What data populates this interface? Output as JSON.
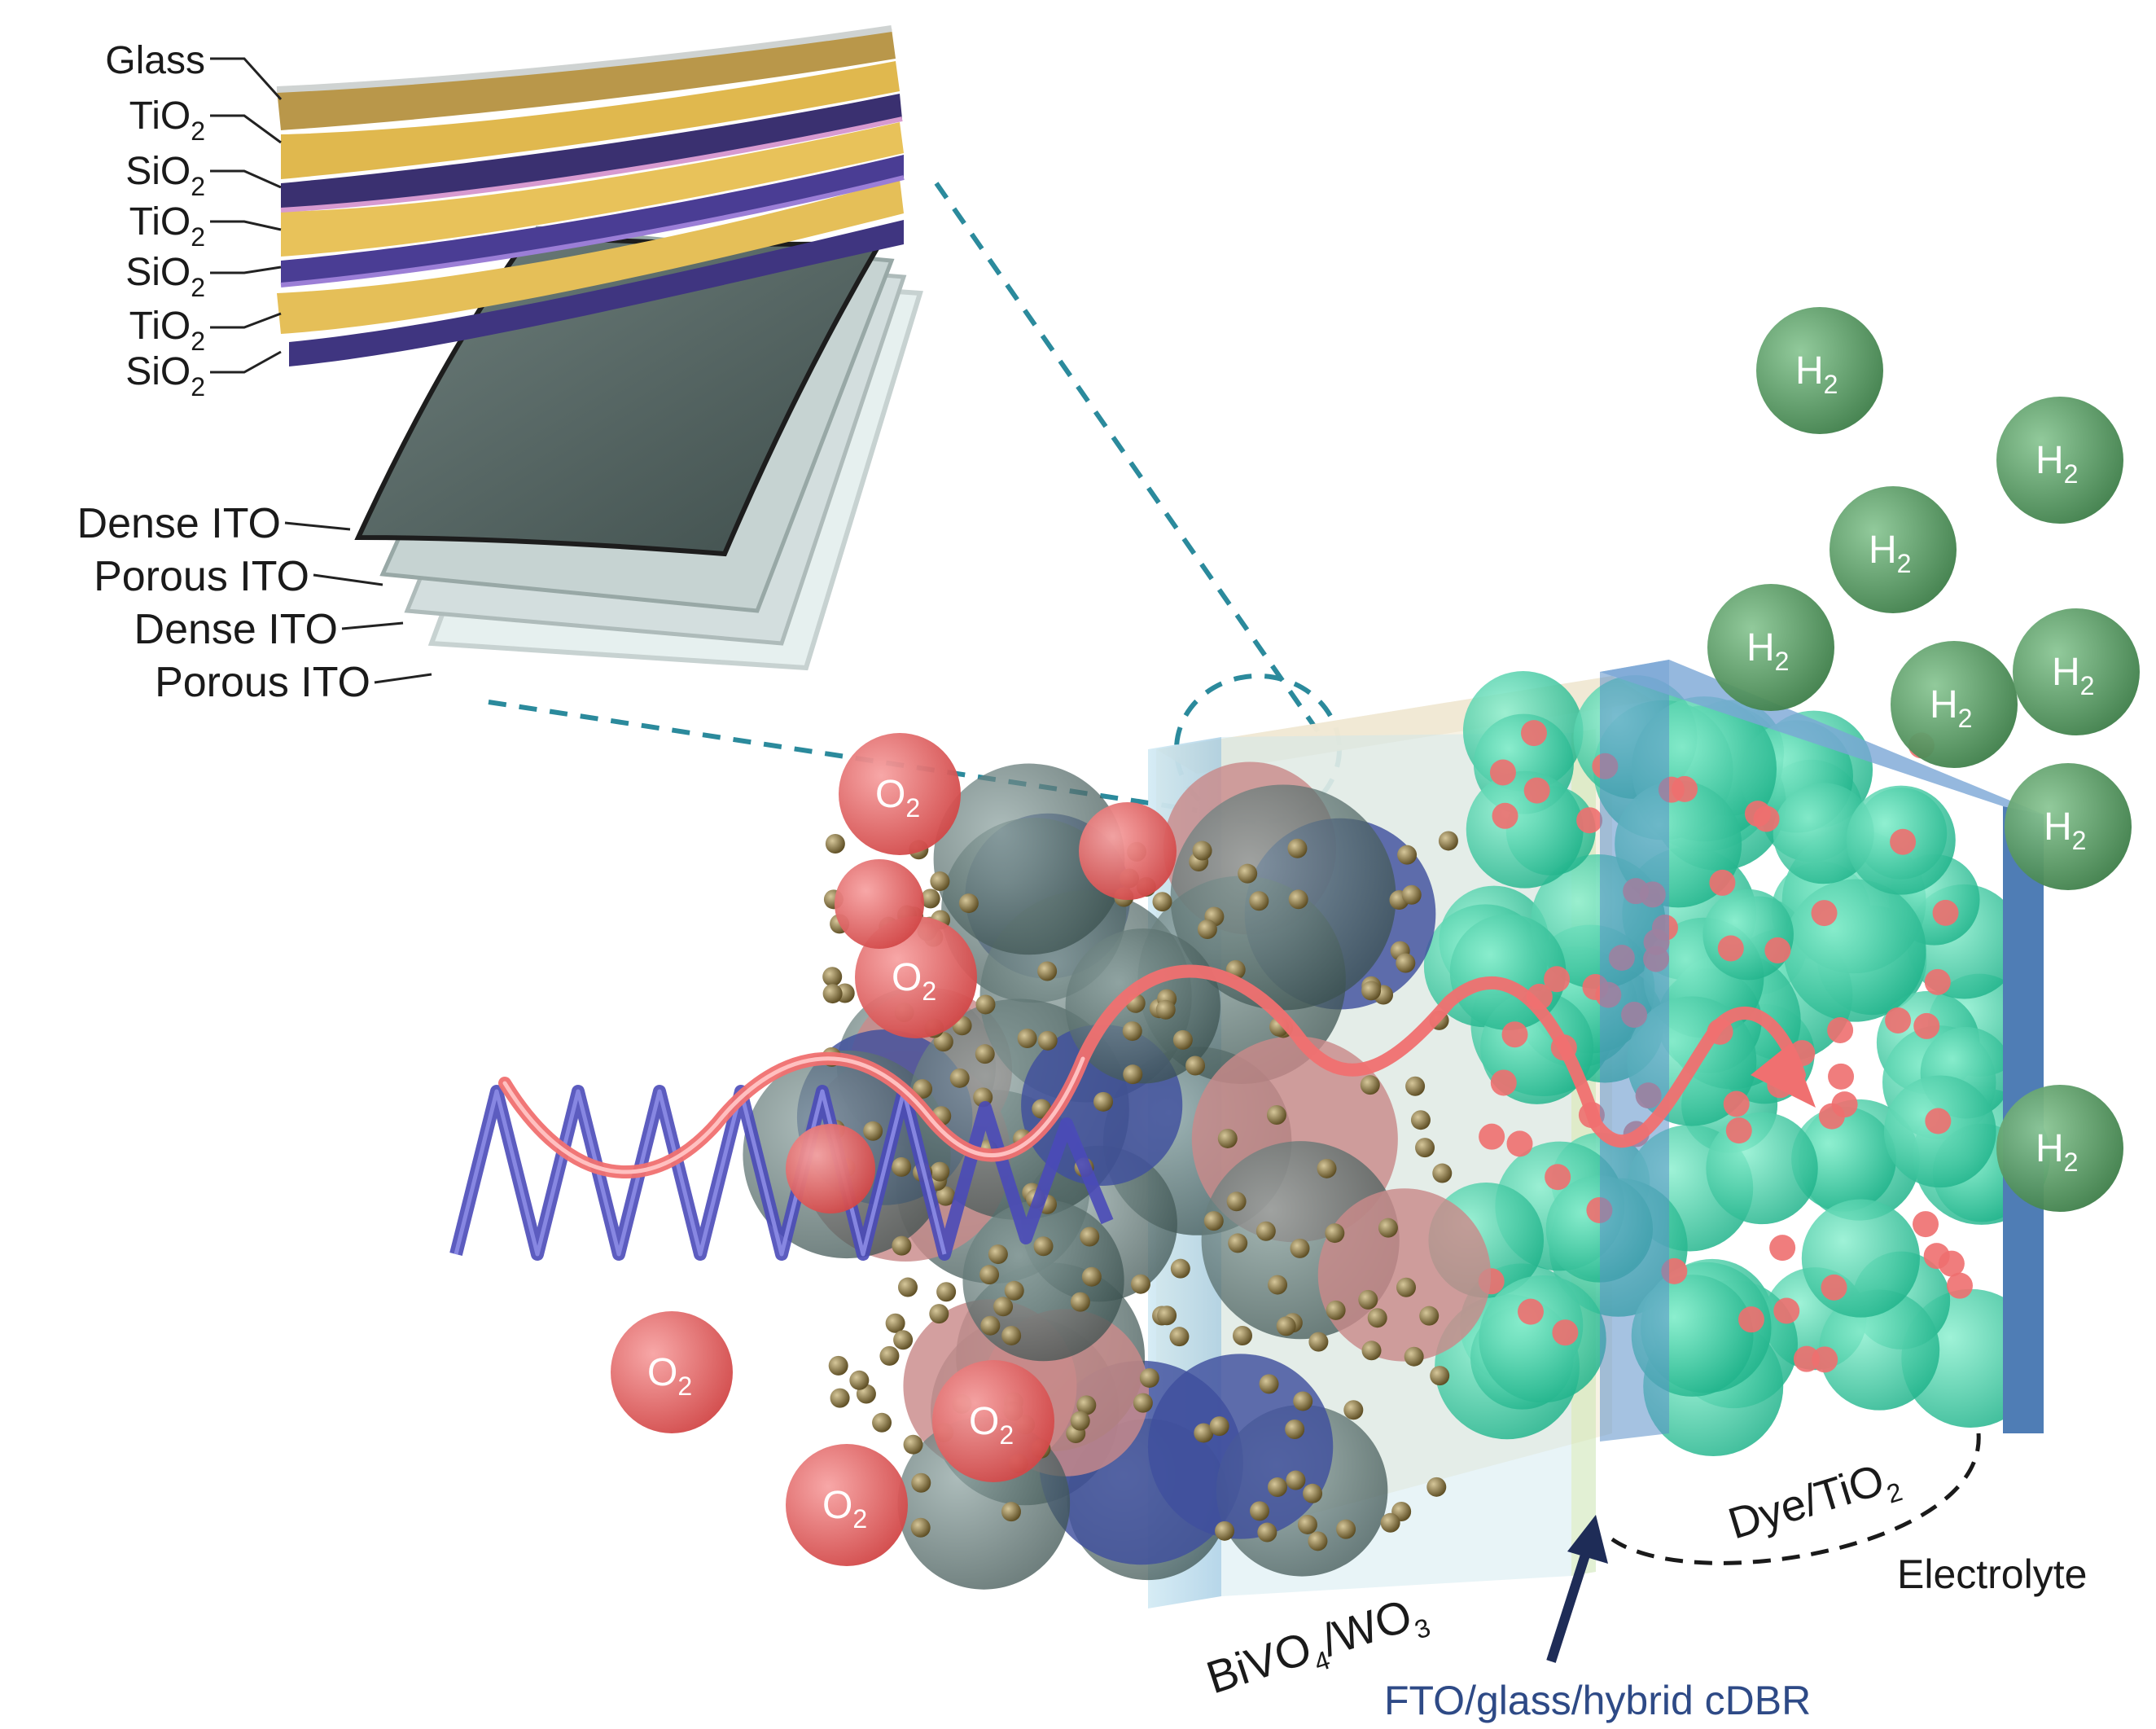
{
  "stack_labels": [
    {
      "base": "Glass",
      "sub": ""
    },
    {
      "base": "TiO",
      "sub": "2"
    },
    {
      "base": "SiO",
      "sub": "2"
    },
    {
      "base": "TiO",
      "sub": "2"
    },
    {
      "base": "SiO",
      "sub": "2"
    },
    {
      "base": "TiO",
      "sub": "2"
    },
    {
      "base": "SiO",
      "sub": "2"
    }
  ],
  "ito_labels": [
    "Dense ITO",
    "Porous ITO",
    "Dense ITO",
    "Porous ITO"
  ],
  "molecules": {
    "h2": {
      "base": "H",
      "sub": "2"
    },
    "o2": {
      "base": "O",
      "sub": "2"
    }
  },
  "device_labels": {
    "photoanode": {
      "base": "BiVO",
      "sub1": "4",
      "mid": "/WO",
      "sub2": "3"
    },
    "photocathode": {
      "base": "Dye/TiO",
      "sub": "2"
    },
    "electrolyte": "Electrolyte",
    "interlayer": "FTO/glass/hybrid cDBR"
  },
  "colors": {
    "glass_layer": "#c9a24a",
    "tio2_layer": "#e8c25a",
    "sio2_layer": "#4b3f8c",
    "h2_molecule": "#5a9a64",
    "o2_molecule": "#e06a6a",
    "dye_particles": "#3cc9a0",
    "anode_particles": "#4e6462",
    "blue_light": "#4a4ab8",
    "red_light": "#f07070",
    "dashed_lines": "#2b8a9c",
    "electrode_plate": "#5b8fc8"
  }
}
